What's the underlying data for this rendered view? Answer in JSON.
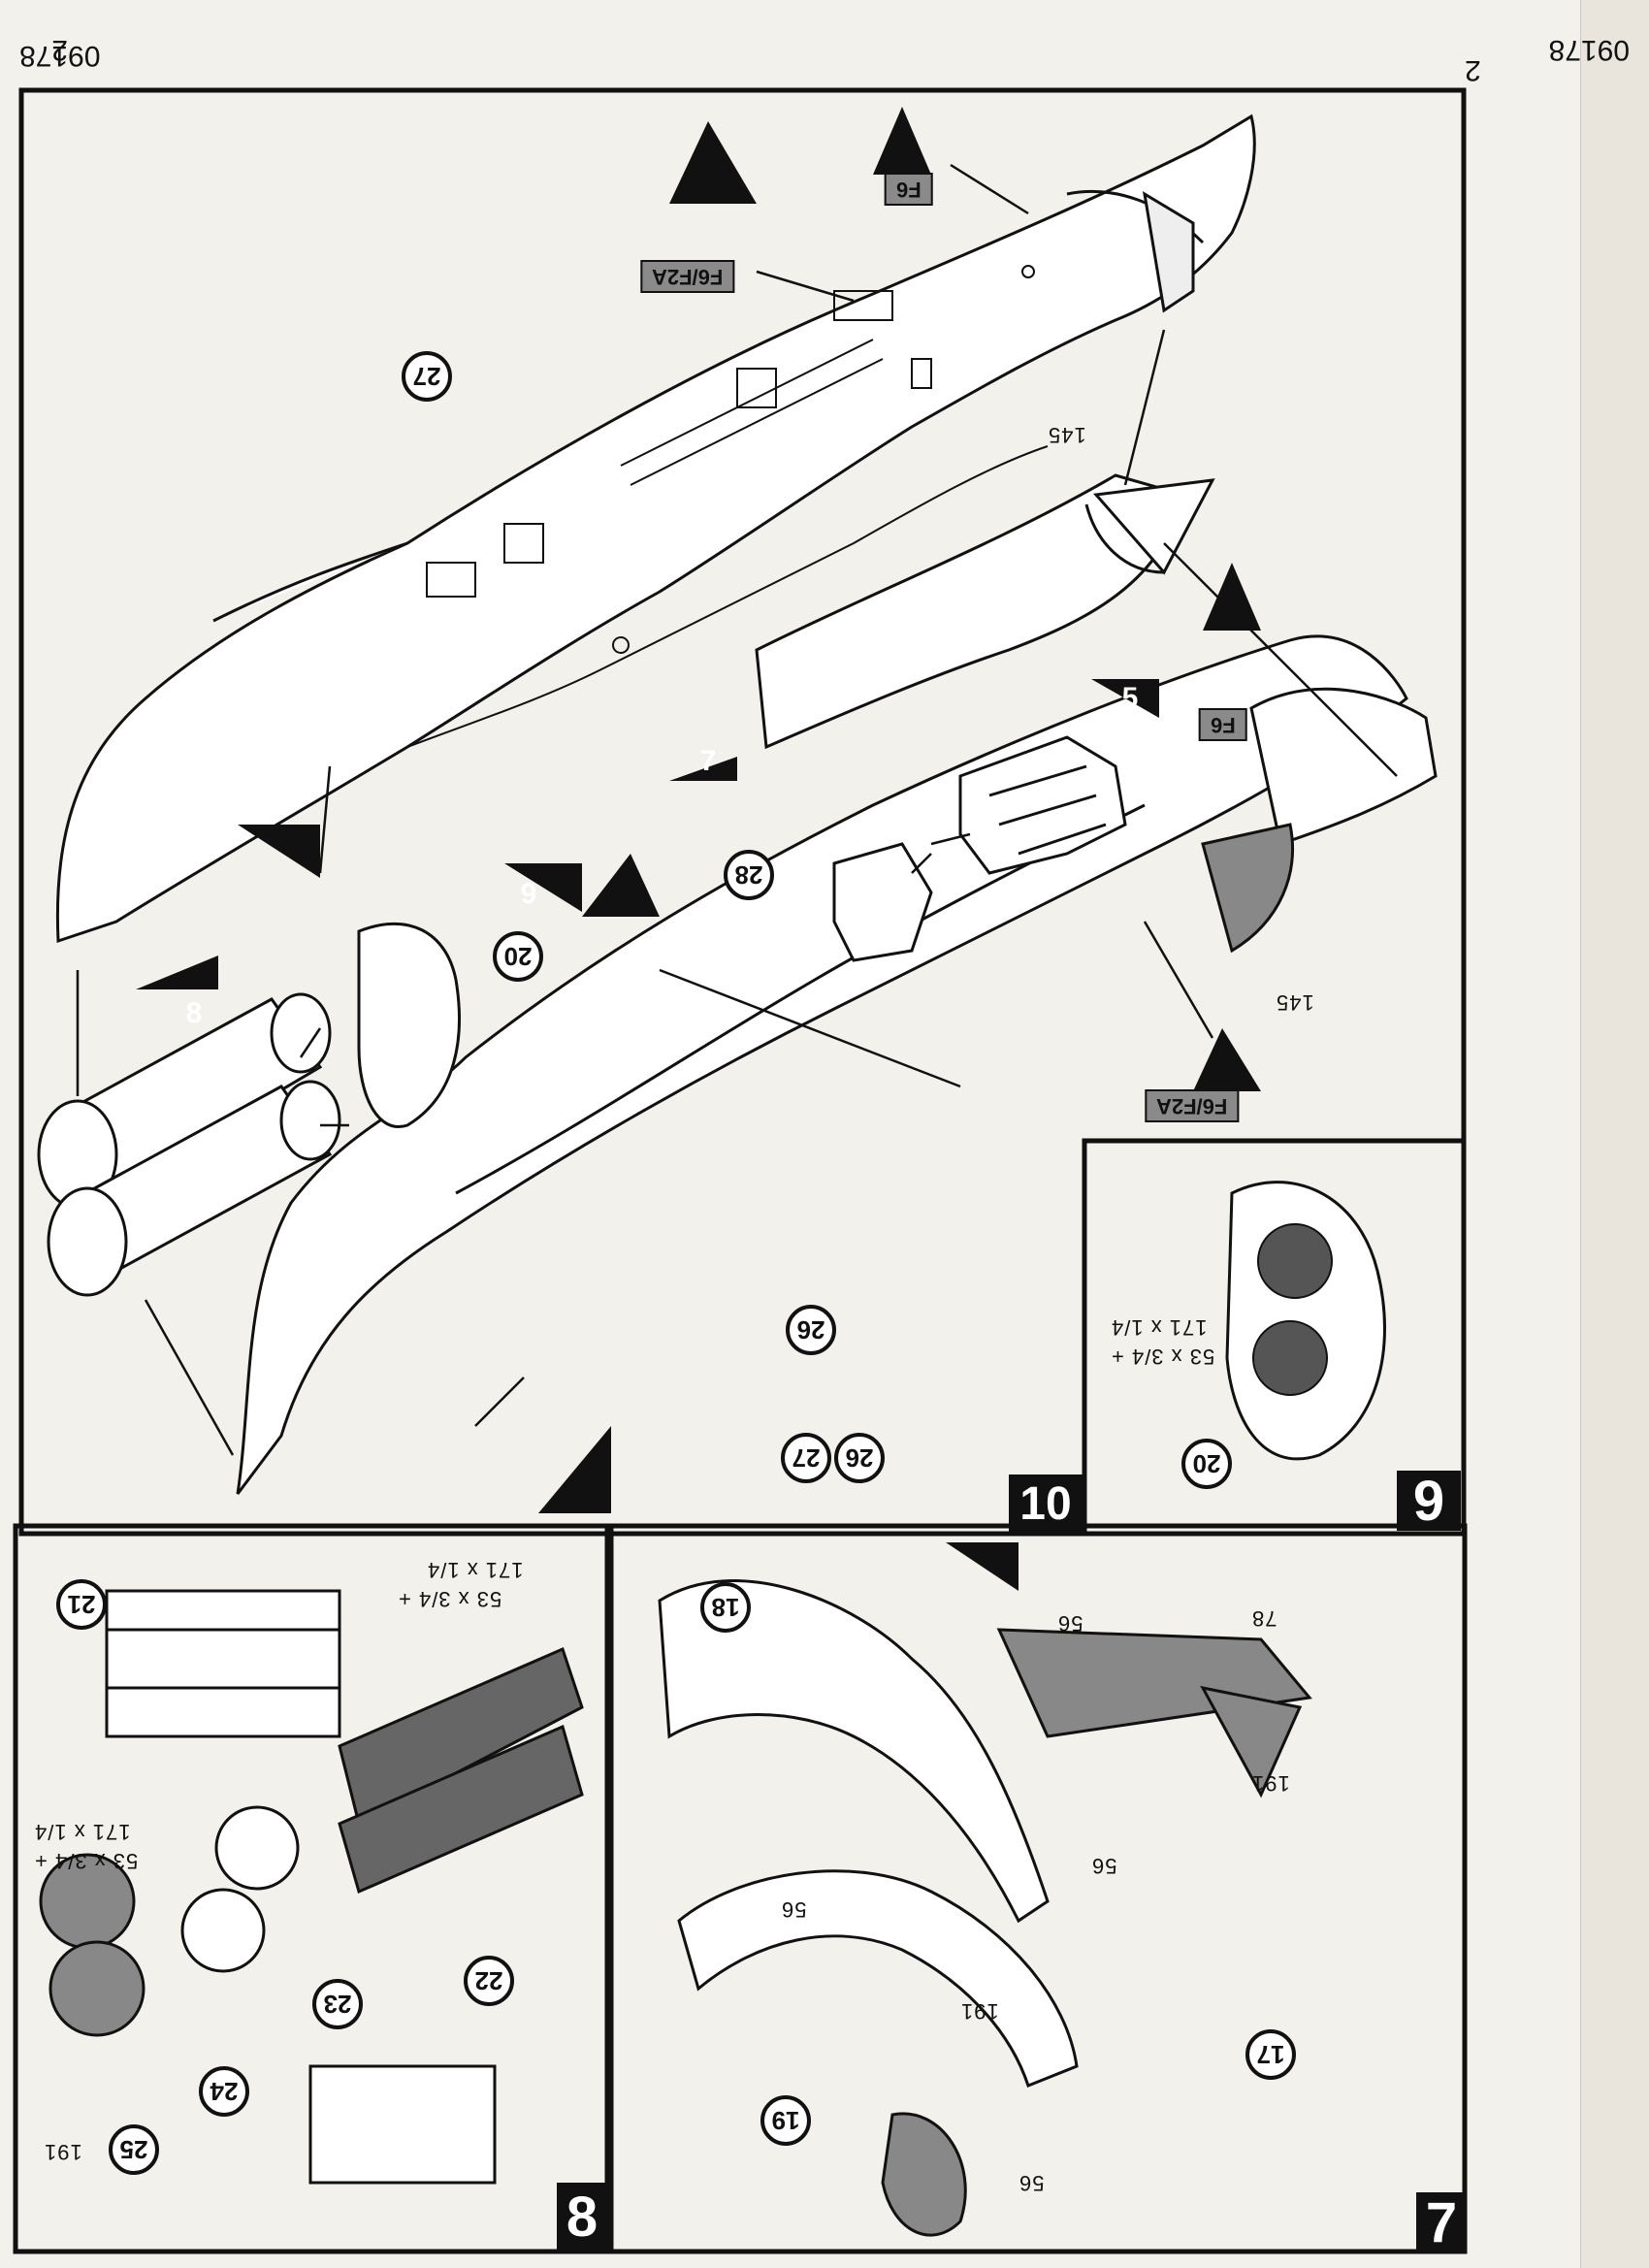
{
  "page": {
    "page_number": "2",
    "catalog_number": "09178"
  },
  "steps": {
    "s7": {
      "number": "7",
      "parts": {
        "p17": "17",
        "p18": "18",
        "p19": "19"
      },
      "labels": {
        "l56a": "56",
        "l56b": "56",
        "l56c": "56",
        "l56d": "56",
        "l78": "78",
        "l191a": "191",
        "l191b": "191"
      },
      "badge": "6"
    },
    "s8": {
      "number": "8",
      "parts": {
        "p21": "21",
        "p22": "22",
        "p23": "23",
        "p24": "24",
        "p25": "25"
      },
      "labels": {
        "mix1a": "53 x 3/4 +",
        "mix1b": "171 x 1/4",
        "mix2a": "53 x 3/4 +",
        "mix2b": "171 x 1/4",
        "l191": "191"
      }
    },
    "s9": {
      "number": "9",
      "parts": {
        "p20": "20"
      },
      "labels": {
        "mixa": "53 x 3/4 +",
        "mixb": "171 x 1/4"
      }
    },
    "s10": {
      "number": "10",
      "parts": {
        "p26": "26",
        "p27": "27",
        "p28": "28",
        "p20": "20"
      },
      "header_parts": {
        "a": "26",
        "b": "27"
      },
      "labels": {
        "l145a": "145",
        "l145b": "145"
      },
      "tags": {
        "t1": "F6",
        "t2": "F6/F2A",
        "t3": "F6",
        "t4": "F6/F2A"
      },
      "refs": {
        "r7": "7",
        "r5": "5",
        "r9": "9",
        "r8": "8"
      }
    }
  }
}
